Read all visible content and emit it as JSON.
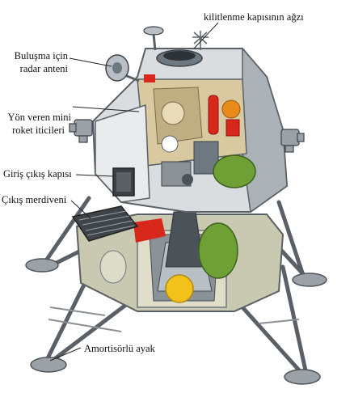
{
  "labels": {
    "hatch": "kilitlenme kapısının ağzı",
    "radar_line1": "Buluşma için",
    "radar_line2": "radar anteni",
    "thrusters_line1": "Yön veren mini",
    "thrusters_line2": "roket iticileri",
    "egress_hatch": "Giriş çıkış kapısı",
    "ladder": "Çıkış merdiveni",
    "leg": "Amortisörlü ayak"
  },
  "colors": {
    "hull_light": "#d9dde0",
    "hull_mid": "#aab2b8",
    "hull_dark": "#6e7880",
    "interior_tan": "#d8c9a0",
    "red": "#d8281c",
    "orange": "#e98a1a",
    "yellow": "#f2c21a",
    "green": "#6ea035",
    "descent_stage": "#c9c8b0",
    "engine_dark": "#4b5258"
  }
}
